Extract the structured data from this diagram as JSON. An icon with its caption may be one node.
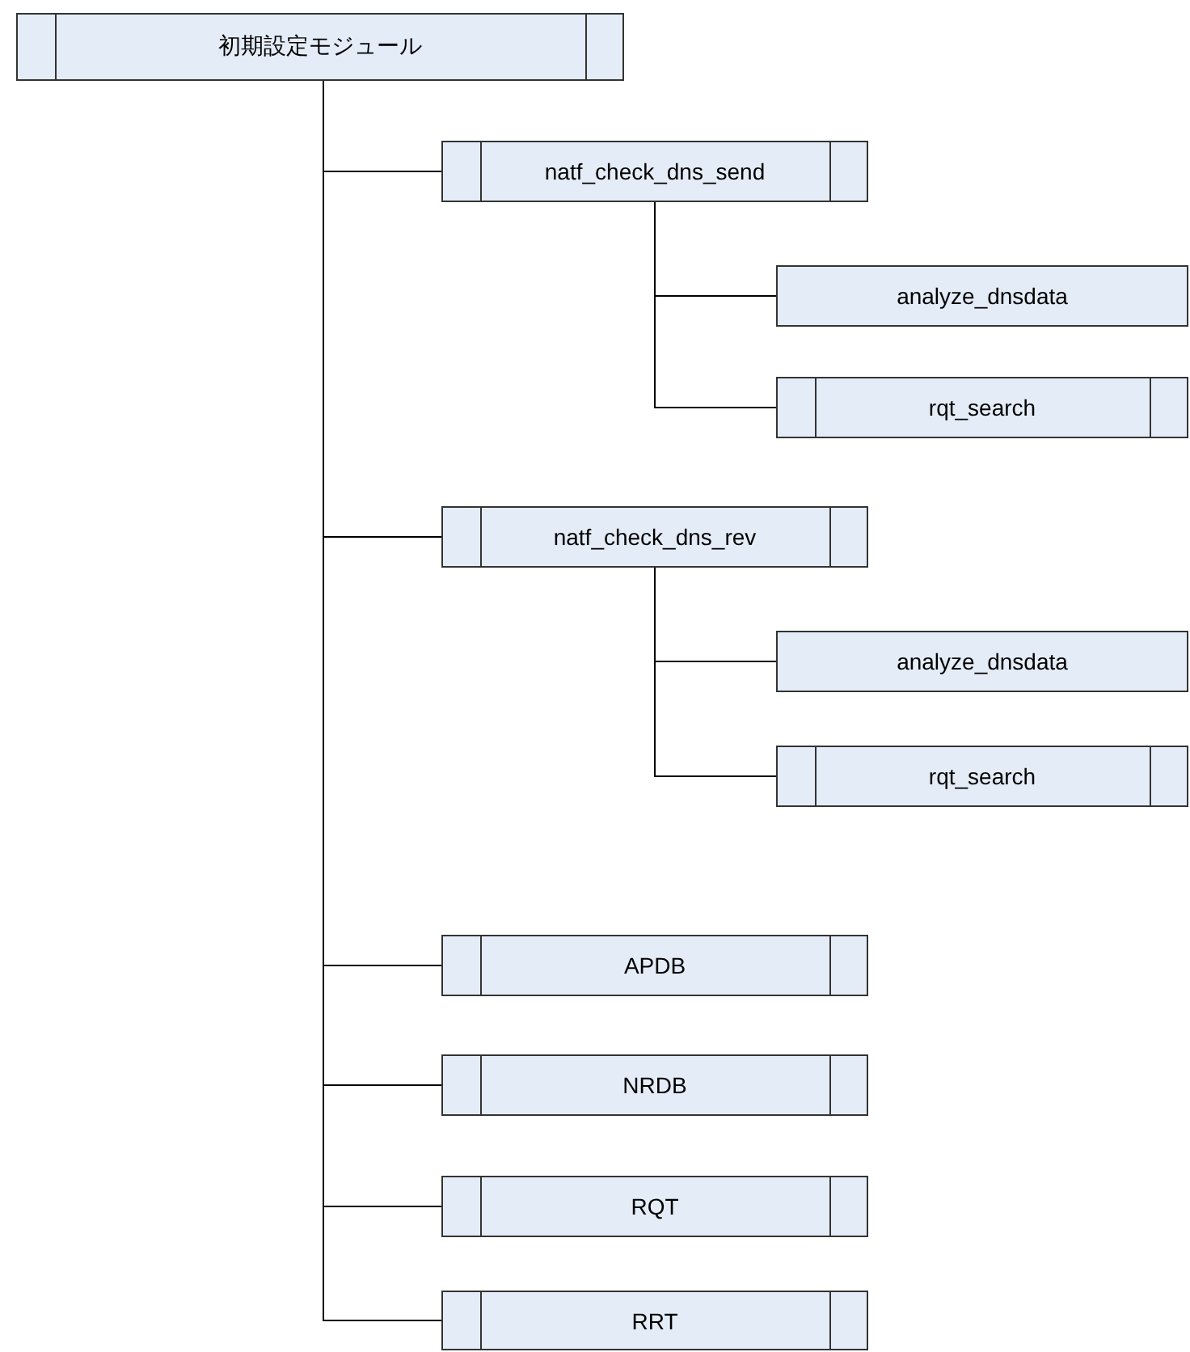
{
  "diagram": {
    "nodes": [
      {
        "text": [
          "初期設定モジュール"
        ]
      },
      {
        "text": [
          "natf_check_dns_send"
        ]
      },
      {
        "text": [
          "analyze_dnsdata"
        ]
      },
      {
        "text": [
          "rqt_search"
        ]
      },
      {
        "text": [
          "natf_check_dns_rev"
        ]
      },
      {
        "text": [
          "analyze_dnsdata"
        ]
      },
      {
        "text": [
          "rqt_search"
        ]
      },
      {
        "text": [
          "APDB"
        ]
      },
      {
        "text": [
          "NRDB"
        ]
      },
      {
        "text": [
          "RQT"
        ]
      },
      {
        "text": [
          "RRT"
        ]
      }
    ],
    "edges": [
      {
        "from": 0,
        "to": 1,
        "arrow": "none"
      },
      {
        "from": 1,
        "to": 2,
        "arrow": "none"
      },
      {
        "from": 1,
        "to": 3,
        "arrow": "none"
      },
      {
        "from": 0,
        "to": 4,
        "arrow": "none"
      },
      {
        "from": 4,
        "to": 5,
        "arrow": "none"
      },
      {
        "from": 4,
        "to": 6,
        "arrow": "none"
      },
      {
        "from": 0,
        "to": 7,
        "arrow": "none"
      },
      {
        "from": 0,
        "to": 8,
        "arrow": "none"
      },
      {
        "from": 0,
        "to": 9,
        "arrow": "none"
      },
      {
        "from": 0,
        "to": 10,
        "arrow": "none"
      }
    ]
  }
}
